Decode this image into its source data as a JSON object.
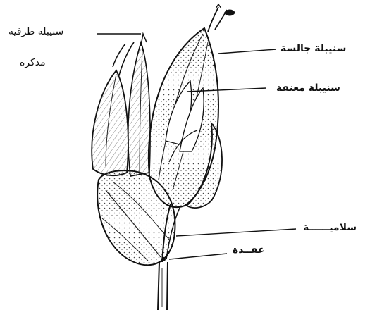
{
  "labels": {
    "spikelet_pedicelled_line1": "سنيبلة طرفية",
    "spikelet_pedicelled_line2": "مذكرة",
    "spikelet_sessile_top": "سنيبلة جالسة",
    "spikelet_intermediate": "سنيبلة معنقة",
    "rachis": "سلاميــــــة",
    "node": "عقــدة"
  }
}
